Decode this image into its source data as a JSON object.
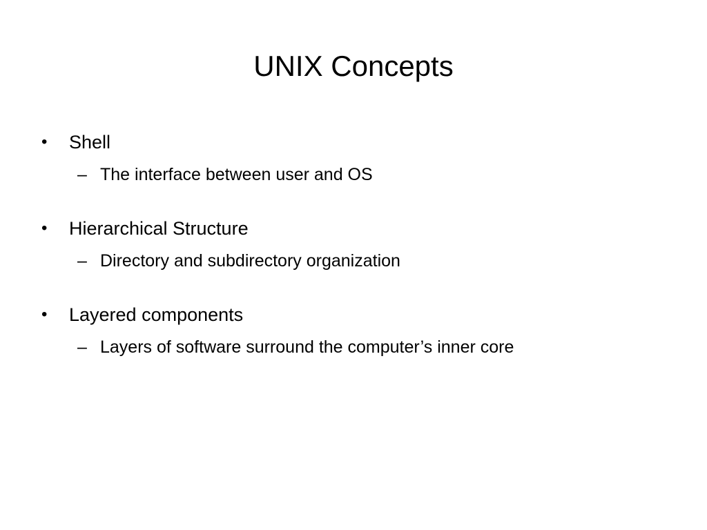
{
  "slide": {
    "title": "UNIX Concepts",
    "bullet_glyph": "•",
    "sub_glyph": "–",
    "items": [
      {
        "label": "Shell",
        "sub": "The interface between user and OS"
      },
      {
        "label": "Hierarchical Structure",
        "sub": "Directory and subdirectory organization"
      },
      {
        "label": "Layered components",
        "sub": "Layers of software surround the computer’s inner core"
      }
    ]
  }
}
